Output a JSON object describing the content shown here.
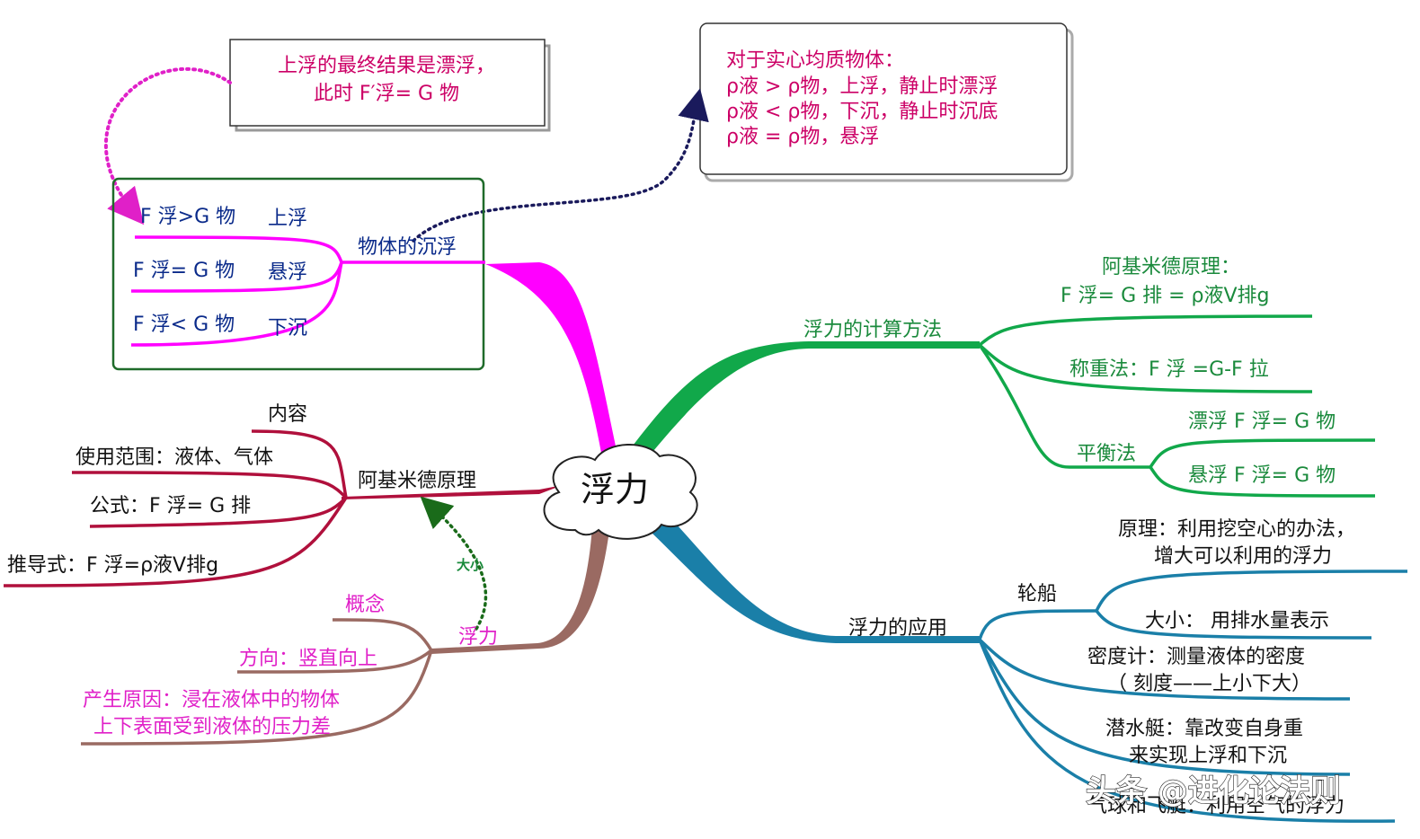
{
  "colors": {
    "magenta_branch": "#ff00ff",
    "green_branch": "#11a84a",
    "blue_branch": "#1a7fa8",
    "crimson_branch": "#b0103c",
    "brown_branch": "#9a6a62",
    "frame_green": "#1f6b2a",
    "dotted_pink": "#e020c8",
    "dotted_navy": "#1a1a5c"
  },
  "center": {
    "label": "浮力"
  },
  "note_float": {
    "line1": "上浮的最终结果是漂浮，",
    "line2": "此时  F′浮= G 物"
  },
  "note_density": {
    "line1": "对于实心均质物体：",
    "line2": "ρ液 > ρ物，上浮，静止时漂浮",
    "line3": "ρ液 < ρ物，下沉，静止时沉底",
    "line4": "ρ液 = ρ物，悬浮"
  },
  "sink_float": {
    "title": "物体的沉浮",
    "items": [
      {
        "formula": "F 浮>G 物",
        "result": "上浮"
      },
      {
        "formula": "F 浮= G 物",
        "result": "悬浮"
      },
      {
        "formula": "F 浮< G 物",
        "result": "下沉"
      }
    ]
  },
  "archimedes": {
    "title": "阿基米德原理",
    "items": [
      "内容",
      "使用范围：液体、气体",
      "公式：F 浮= G 排",
      "推导式：F 浮=ρ液V排g"
    ]
  },
  "buoyancy": {
    "title": "浮力",
    "arrow_label": "大小",
    "items": [
      "概念",
      "方向：竖直向上",
      "产生原因：浸在液体中的物体",
      "上下表面受到液体的压力差"
    ]
  },
  "calc": {
    "title": "浮力的计算方法",
    "archimedes_label": "阿基米德原理：",
    "archimedes_formula": "F 浮= G 排 = ρ液V排g",
    "weighing": "称重法：F 浮 =G-F 拉",
    "balance_title": "平衡法",
    "balance_items": [
      "漂浮  F 浮= G 物",
      "悬浮  F 浮= G 物"
    ]
  },
  "application": {
    "title": "浮力的应用",
    "ship_title": "轮船",
    "ship_items": [
      "原理：利用挖空心的办法，",
      "增大可以利用的浮力",
      "大小： 用排水量表示"
    ],
    "hydrometer": [
      "密度计：测量液体的密度",
      "（ 刻度——上小下大）"
    ],
    "submarine": [
      "潜水艇：靠改变自身重",
      "来实现上浮和下沉"
    ],
    "balloon": "气球和飞艇：利用空气的浮力"
  },
  "watermark": "头条 @进化论法则"
}
